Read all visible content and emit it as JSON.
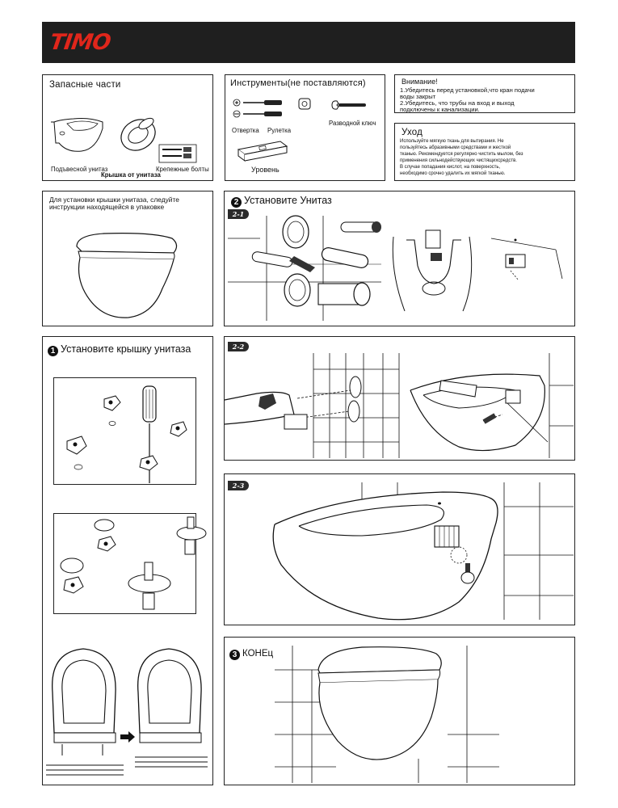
{
  "brand": {
    "logo_text": "TIMO",
    "accent_color": "#e0261b",
    "header_color": "#1f1f1f"
  },
  "spare_parts": {
    "title": "Запасные части",
    "items": [
      "Подъвесной унитаз",
      "Крышка от унитаза",
      "Крепежные болты"
    ]
  },
  "tools": {
    "title": "Инструменты(не поставляются)",
    "items": [
      "Отвертка",
      "Рулетка",
      "Разводной ключ",
      "Уровень"
    ]
  },
  "attention": {
    "title": "Внимание!",
    "lines": [
      "1.Убедитесь перед установкой,что кран подачи",
      "воды закрыт",
      "2.Убедитесь, что трубы на вход и выход",
      "подключены к канализации."
    ]
  },
  "care": {
    "title": "Уход",
    "lines": [
      "Используйте мягкую ткань для вытирания. Не",
      "пользуйтесь абразивными средствами и жесткой",
      "тканью. Рекомендуется регулярно чистить мылом, без",
      "применения сильнодействующих чистящихсредств.",
      "В случае попадания кислот, на поверхность,",
      "необходимо срочно удалить их мягкой тканью."
    ]
  },
  "seat_note": {
    "lines": [
      "Для установки крышки унитаза, следуйте",
      "инструкции находящейся в упаковке"
    ]
  },
  "step1": {
    "number": "1",
    "title": "Установите крышку унитаза"
  },
  "step2": {
    "number": "2",
    "title": "Установите Унитаз",
    "substeps": [
      "2-1",
      "2-2",
      "2-3"
    ]
  },
  "step3": {
    "number": "3",
    "title": "КОНЕц"
  }
}
